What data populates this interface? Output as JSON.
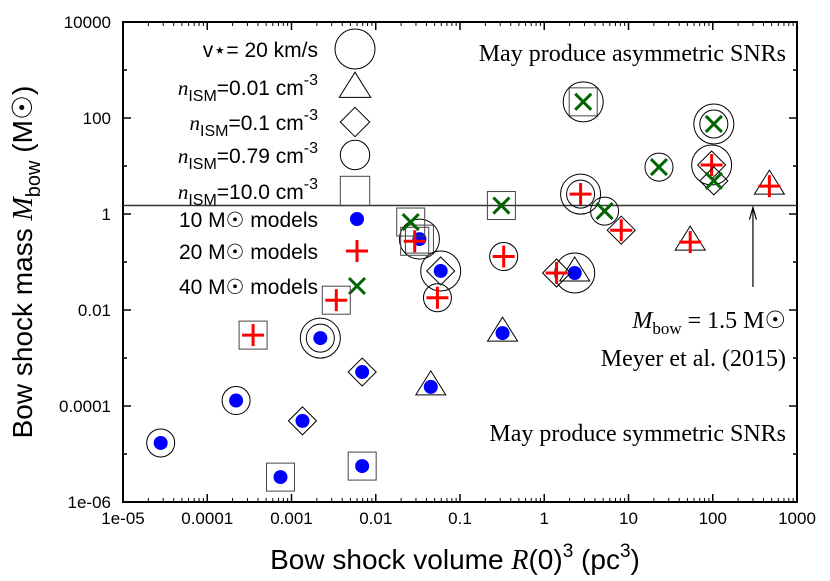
{
  "chart_data": {
    "type": "scatter",
    "title": "",
    "xlabel": "Bow shock volume R(0)^3 (pc^3)",
    "ylabel": "Bow shock mass M_bow (M☉)",
    "xscale": "log",
    "yscale": "log",
    "xlim": [
      1e-05,
      1000
    ],
    "ylim": [
      1e-06,
      10000
    ],
    "x_ticks": [
      "1e-05",
      "0.0001",
      "0.001",
      "0.01",
      "0.1",
      "1",
      "10",
      "100",
      "1000"
    ],
    "y_ticks": [
      "1e-06",
      "0.0001",
      "0.01",
      "1",
      "100",
      "10000"
    ],
    "grid": false,
    "legend_position": "upper-left inside",
    "legend": {
      "shapes": [
        {
          "label": "v⋆= 20 km/s",
          "shape": "big-circle"
        },
        {
          "label_prefix": "n",
          "label_sub": "ISM",
          "label_value": "=0.01 cm",
          "label_sup": "-3",
          "shape": "triangle"
        },
        {
          "label_prefix": "n",
          "label_sub": "ISM",
          "label_value": "=0.1   cm",
          "label_sup": "-3",
          "shape": "diamond"
        },
        {
          "label_prefix": "n",
          "label_sub": "ISM",
          "label_value": "=0.79 cm",
          "label_sup": "-3",
          "shape": "circle"
        },
        {
          "label_prefix": "n",
          "label_sub": "ISM",
          "label_value": "=10.0 cm",
          "label_sup": "-3",
          "shape": "square"
        }
      ],
      "series": [
        {
          "label": "10 M☉ models",
          "marker": "dot",
          "color": "#0000ff"
        },
        {
          "label": "20 M☉ models",
          "marker": "plus",
          "color": "#ff0000"
        },
        {
          "label": "40 M☉ models",
          "marker": "cross",
          "color": "#006400"
        }
      ]
    },
    "reference_line": {
      "y": 1.5,
      "label_main": "M",
      "label_sub": "bow",
      "label_rest": " = 1.5 M☉",
      "label_ref": "Meyer et al. (2015)",
      "arrow_x": 300
    },
    "annotations": [
      {
        "text": "May produce asymmetric SNRs",
        "position": "top-right"
      },
      {
        "text": "May produce symmetric SNRs",
        "position": "bottom-right"
      }
    ],
    "series": [
      {
        "name": "10 M☉ models",
        "marker": "dot",
        "color": "#0000ff",
        "points": [
          {
            "x": 2.8e-05,
            "y": 1.7e-05,
            "env": [
              "circle"
            ]
          },
          {
            "x": 0.00022,
            "y": 0.00013,
            "env": [
              "circle"
            ]
          },
          {
            "x": 0.0022,
            "y": 0.0026,
            "env": [
              "circle",
              "big-circle"
            ]
          },
          {
            "x": 0.0069,
            "y": 0.00051,
            "env": [
              "diamond"
            ]
          },
          {
            "x": 0.00135,
            "y": 4.9e-05,
            "env": [
              "diamond"
            ]
          },
          {
            "x": 0.00074,
            "y": 3.3e-06,
            "env": [
              "square"
            ]
          },
          {
            "x": 0.0069,
            "y": 5.6e-06,
            "env": [
              "square"
            ]
          },
          {
            "x": 0.033,
            "y": 0.3,
            "env": [
              "square",
              "big-circle"
            ]
          },
          {
            "x": 0.059,
            "y": 0.065,
            "env": [
              "diamond",
              "big-circle"
            ]
          },
          {
            "x": 0.045,
            "y": 0.00025,
            "env": [
              "triangle"
            ]
          },
          {
            "x": 0.32,
            "y": 0.0033,
            "env": [
              "triangle"
            ]
          },
          {
            "x": 2.3,
            "y": 0.059,
            "env": [
              "triangle",
              "big-circle"
            ]
          }
        ]
      },
      {
        "name": "20 M☉ models",
        "marker": "plus",
        "color": "#ff0000",
        "points": [
          {
            "x": 0.00035,
            "y": 0.003,
            "env": [
              "square"
            ]
          },
          {
            "x": 0.0034,
            "y": 0.016,
            "env": [
              "square"
            ]
          },
          {
            "x": 0.029,
            "y": 0.27,
            "env": [
              "square"
            ]
          },
          {
            "x": 0.054,
            "y": 0.018,
            "env": [
              "circle"
            ]
          },
          {
            "x": 0.33,
            "y": 0.13,
            "env": [
              "circle"
            ]
          },
          {
            "x": 1.4,
            "y": 0.059,
            "env": [
              "diamond"
            ]
          },
          {
            "x": 2.7,
            "y": 2.6,
            "env": [
              "circle",
              "big-circle"
            ]
          },
          {
            "x": 8.2,
            "y": 0.46,
            "env": [
              "diamond"
            ]
          },
          {
            "x": 54,
            "y": 0.26,
            "env": [
              "triangle"
            ]
          },
          {
            "x": 97,
            "y": 10.5,
            "env": [
              "diamond",
              "big-circle"
            ]
          },
          {
            "x": 470,
            "y": 3.8,
            "env": [
              "triangle"
            ]
          }
        ]
      },
      {
        "name": "40 M☉ models",
        "marker": "cross",
        "color": "#006400",
        "points": [
          {
            "x": 0.026,
            "y": 0.68,
            "env": [
              "square"
            ]
          },
          {
            "x": 0.31,
            "y": 1.5,
            "env": [
              "square"
            ]
          },
          {
            "x": 2.9,
            "y": 217,
            "env": [
              "square",
              "big-circle"
            ]
          },
          {
            "x": 5.2,
            "y": 1.15,
            "env": [
              "circle"
            ]
          },
          {
            "x": 23,
            "y": 9.5,
            "env": [
              "circle"
            ]
          },
          {
            "x": 103,
            "y": 75,
            "env": [
              "circle",
              "big-circle"
            ]
          },
          {
            "x": 103,
            "y": 4.9,
            "env": [
              "diamond"
            ]
          }
        ]
      }
    ]
  },
  "axes_text": {
    "ylabel_pre": "Bow shock mass ",
    "ylabel_var": "M",
    "ylabel_sub": "bow",
    "ylabel_post": " (M☉)",
    "xlabel_pre": "Bow shock volume ",
    "xlabel_var": "R",
    "xlabel_mid": "(0)",
    "xlabel_sup": "3",
    "xlabel_post1": " (pc",
    "xlabel_sup2": "3",
    "xlabel_post2": ")"
  }
}
